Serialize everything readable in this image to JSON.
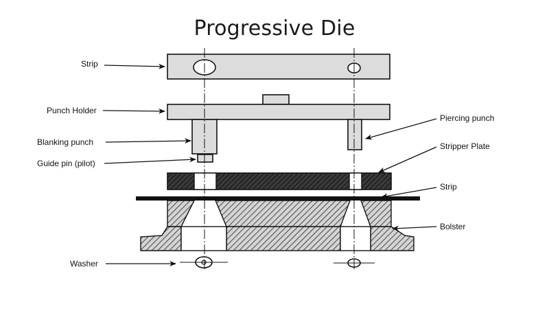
{
  "diagram": {
    "title": "Progressive Die",
    "labels": {
      "strip_top": "Strip",
      "punch_holder": "Punch Holder",
      "blanking_punch": "Blanking punch",
      "guide_pin": "Guide pin (pilot)",
      "washer": "Washer",
      "piercing_punch": "Piercing punch",
      "stripper_plate": "Stripper Plate",
      "strip_bottom": "Strip",
      "bolster": "Bolster"
    }
  }
}
